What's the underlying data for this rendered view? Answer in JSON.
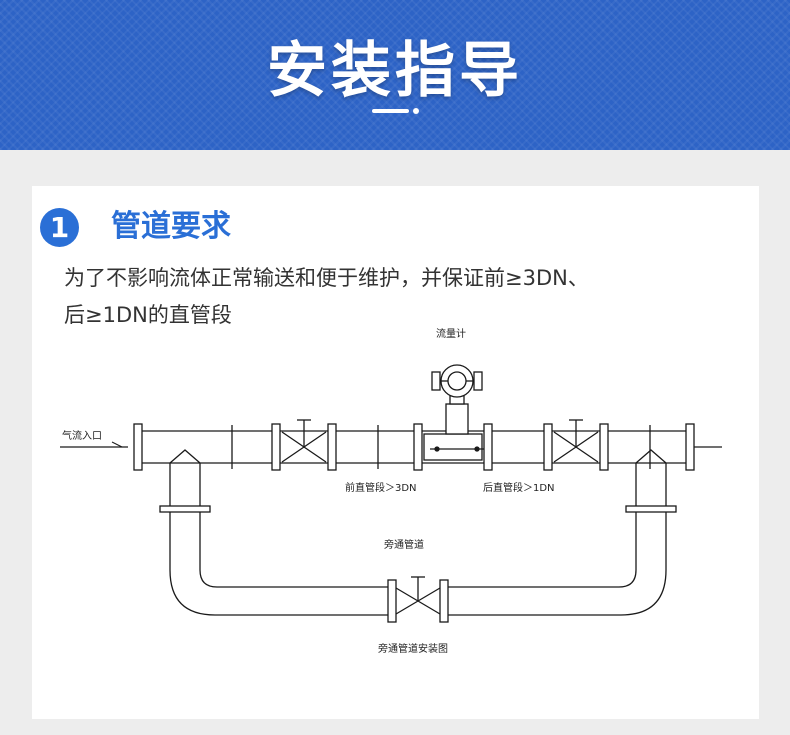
{
  "banner": {
    "title": "安装指导"
  },
  "section": {
    "number": "1",
    "title": "管道要求",
    "description_line1": "为了不影响流体正常输送和便于维护，并保证前≥3DN、",
    "description_line2": "后≥1DN的直管段"
  },
  "diagram": {
    "flowmeter_label": "流量计",
    "inlet_label": "气流入口",
    "front_pipe_label": "前直管段＞3DN",
    "rear_pipe_label": "后直管段＞1DN",
    "bypass_label": "旁通管道",
    "caption": "旁通管道安装图"
  },
  "colors": {
    "banner": "#2d63c6",
    "accent": "#2a6fd6",
    "line": "#1a1a1a"
  }
}
